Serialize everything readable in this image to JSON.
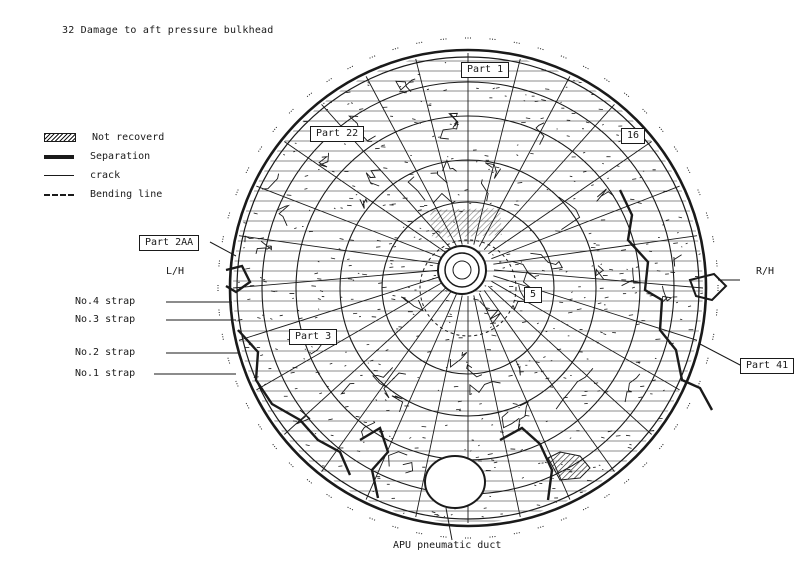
{
  "title": "32  Damage to aft pressure bulkhead",
  "legend": {
    "not_recovered": "Not recoverd",
    "separation": "Separation",
    "crack": "crack",
    "bending_line": "Bending line"
  },
  "parts": {
    "part_1": "Part 1",
    "part_22": "Part 22",
    "part_16": "16",
    "part_2aa": "Part 2AA",
    "part_5": "5",
    "part_3": "Part 3",
    "part_4": "Part 41"
  },
  "sides": {
    "left": "L/H",
    "right": "R/H"
  },
  "straps": {
    "no4": "No.4 strap",
    "no3": "No.3 strap",
    "no2": "No.2 strap",
    "no1": "No.1 strap"
  },
  "apu": "APU pneumatic duct",
  "colors": {
    "ink": "#1a1a1a",
    "paper": "#ffffff"
  }
}
